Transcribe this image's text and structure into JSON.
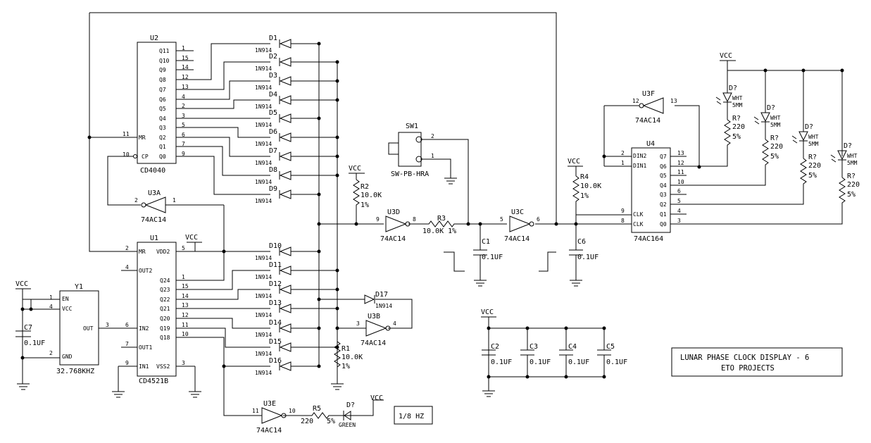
{
  "title": {
    "line1": "LUNAR PHASE CLOCK DISPLAY - 6",
    "line2": "ETO PROJECTS"
  },
  "note_box": "1/8 HZ",
  "chips": {
    "u2": {
      "ref": "U2",
      "part": "CD4040",
      "pins_out": [
        "Q11",
        "Q10",
        "Q9",
        "Q8",
        "Q7",
        "Q6",
        "Q5",
        "Q4",
        "Q3",
        "Q2",
        "Q1",
        "Q0"
      ],
      "pins_out_num": [
        "1",
        "15",
        "14",
        "12",
        "13",
        "4",
        "2",
        "3",
        "5",
        "6",
        "7",
        "9"
      ],
      "mr": "MR",
      "mr_num": "11",
      "cp": "CP",
      "cp_num": "10"
    },
    "u1": {
      "ref": "U1",
      "part": "CD4521B",
      "left": [
        "MR",
        "OUT2",
        "IN2",
        "OUT1",
        "IN1"
      ],
      "left_num": [
        "2",
        "4",
        "6",
        "7",
        "9"
      ],
      "right": [
        "VDD2",
        "Q24",
        "Q23",
        "Q22",
        "Q21",
        "Q20",
        "Q19",
        "Q18",
        "VSS2"
      ],
      "right_num": [
        "5",
        "1",
        "15",
        "14",
        "13",
        "12",
        "11",
        "10",
        "3"
      ]
    },
    "u4": {
      "ref": "U4",
      "part": "74AC164",
      "left": [
        "DIN2",
        "DIN1",
        "CLK",
        "CLK"
      ],
      "left_num": [
        "2",
        "1",
        "9",
        "8"
      ],
      "right": [
        "Q7",
        "Q6",
        "Q5",
        "Q4",
        "Q3",
        "Q2",
        "Q1",
        "Q0"
      ],
      "right_num": [
        "13",
        "12",
        "11",
        "10",
        "6",
        "5",
        "4",
        "3"
      ]
    },
    "y1": {
      "ref": "Y1",
      "part": "32.768KHZ",
      "left": [
        "EN",
        "VCC",
        "GND"
      ],
      "left_num": [
        "1",
        "4",
        "2"
      ],
      "out": "OUT",
      "out_num": "3"
    }
  },
  "inverters": [
    {
      "ref": "U3A",
      "part": "74AC14",
      "in": "1",
      "out": "2"
    },
    {
      "ref": "U3D",
      "part": "74AC14",
      "in": "9",
      "out": "8"
    },
    {
      "ref": "U3C",
      "part": "74AC14",
      "in": "5",
      "out": "6"
    },
    {
      "ref": "U3F",
      "part": "74AC14",
      "in": "13",
      "out": "12"
    },
    {
      "ref": "U3B",
      "part": "74AC14",
      "in": "3",
      "out": "4"
    },
    {
      "ref": "U3E",
      "part": "74AC14",
      "in": "11",
      "out": "10"
    }
  ],
  "diodes": [
    {
      "ref": "D1",
      "part": "1N914"
    },
    {
      "ref": "D2",
      "part": "1N914"
    },
    {
      "ref": "D3",
      "part": "1N914"
    },
    {
      "ref": "D4",
      "part": "1N914"
    },
    {
      "ref": "D5",
      "part": "1N914"
    },
    {
      "ref": "D6",
      "part": "1N914"
    },
    {
      "ref": "D7",
      "part": "1N914"
    },
    {
      "ref": "D8",
      "part": "1N914"
    },
    {
      "ref": "D9",
      "part": "1N914"
    },
    {
      "ref": "D10",
      "part": "1N914"
    },
    {
      "ref": "D11",
      "part": "1N914"
    },
    {
      "ref": "D12",
      "part": "1N914"
    },
    {
      "ref": "D13",
      "part": "1N914"
    },
    {
      "ref": "D14",
      "part": "1N914"
    },
    {
      "ref": "D15",
      "part": "1N914"
    },
    {
      "ref": "D16",
      "part": "1N914"
    },
    {
      "ref": "D17",
      "part": "1N914"
    }
  ],
  "resistors": [
    {
      "ref": "R1",
      "value": "10.0K",
      "tol": "1%"
    },
    {
      "ref": "R2",
      "value": "10.0K",
      "tol": "1%"
    },
    {
      "ref": "R3",
      "value": "10.0K 1%"
    },
    {
      "ref": "R4",
      "value": "10.0K",
      "tol": "1%"
    },
    {
      "ref": "R5",
      "value": "220",
      "tol": "5%"
    }
  ],
  "led_resistors": [
    {
      "ref": "R?",
      "value": "220",
      "tol": "5%"
    },
    {
      "ref": "R?",
      "value": "220",
      "tol": "5%"
    },
    {
      "ref": "R?",
      "value": "220",
      "tol": "5%"
    },
    {
      "ref": "R?",
      "value": "220",
      "tol": "5%"
    }
  ],
  "leds": [
    {
      "ref": "D?",
      "color": "WHT",
      "size": "5MM"
    },
    {
      "ref": "D?",
      "color": "WHT",
      "size": "5MM"
    },
    {
      "ref": "D?",
      "color": "WHT",
      "size": "5MM"
    },
    {
      "ref": "D?",
      "color": "WHT",
      "size": "5MM"
    }
  ],
  "green_led": {
    "ref": "D?",
    "color": "GREEN"
  },
  "capacitors": [
    {
      "ref": "C1",
      "value": "0.1UF"
    },
    {
      "ref": "C2",
      "value": "0.1UF"
    },
    {
      "ref": "C3",
      "value": "0.1UF"
    },
    {
      "ref": "C4",
      "value": "0.1UF"
    },
    {
      "ref": "C5",
      "value": "0.1UF"
    },
    {
      "ref": "C6",
      "value": "0.1UF"
    },
    {
      "ref": "C7",
      "value": "0.1UF"
    }
  ],
  "switch": {
    "ref": "SW1",
    "part": "SW-PB-HRA",
    "pin_a": "2",
    "pin_b": "1"
  },
  "vcc": "VCC"
}
